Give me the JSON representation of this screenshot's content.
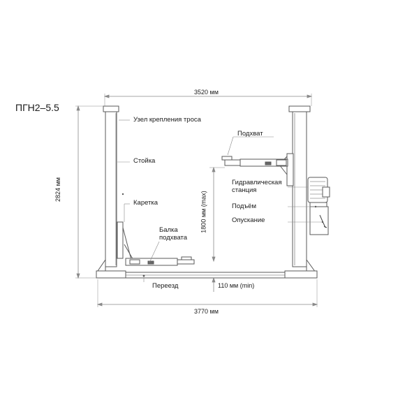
{
  "title": "ПГН2–5.5",
  "dimensions": {
    "overall_width": "3520 мм",
    "base_width": "3770 мм",
    "height": "2824 мм",
    "lift_height": "1800 мм (max)",
    "min_height": "110 мм (min)"
  },
  "labels": {
    "cable_mount": "Узел крепления троса",
    "column": "Стойка",
    "carriage": "Каретка",
    "arm_beam": "Балка подхвата",
    "lift_pad": "Подхват",
    "hydraulic_station": "Гидравлическая станция",
    "raise": "Подъём",
    "lower": "Опускание",
    "crossover": "Переезд"
  },
  "colors": {
    "line": "#5a5a5a",
    "dimension": "#8a8a8a",
    "text": "#1a1a1a"
  }
}
